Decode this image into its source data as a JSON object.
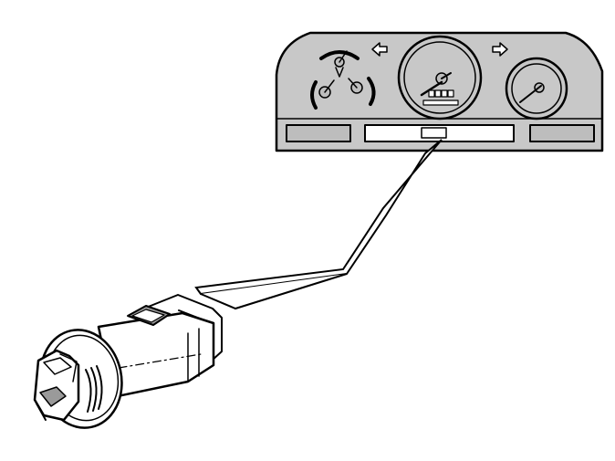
{
  "colors": {
    "background": "#ffffff",
    "ink": "#000000",
    "cluster_fill": "#c8c8c8",
    "dial_fill": "#bdbdbd",
    "connector_shade": "#9a9a9a"
  },
  "illustration": {
    "components": [
      {
        "id": "instrument-cluster",
        "label": ""
      },
      {
        "id": "signal-bolt",
        "label": ""
      },
      {
        "id": "connector-plug",
        "label": ""
      }
    ]
  }
}
